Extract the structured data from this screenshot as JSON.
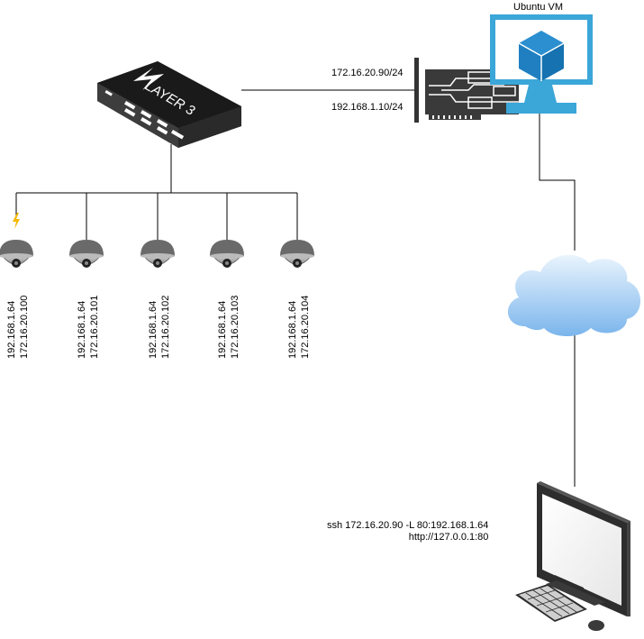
{
  "switch": {
    "label": "LAYER 3"
  },
  "vm": {
    "title": "Ubuntu VM"
  },
  "nic": {
    "ip_top": "172.16.20.90/24",
    "ip_bottom": "192.168.1.10/24"
  },
  "client": {
    "command": "ssh 172.16.20.90 -L 80:192.168.1.64",
    "url": "http://127.0.0.1:80"
  },
  "cameras": [
    {
      "ip1": "192.168.1.64",
      "ip2": "172.16.20.100",
      "alert": true
    },
    {
      "ip1": "192.168.1.64",
      "ip2": "172.16.20.101",
      "alert": false
    },
    {
      "ip1": "192.168.1.64",
      "ip2": "172.16.20.102",
      "alert": false
    },
    {
      "ip1": "192.168.1.64",
      "ip2": "172.16.20.103",
      "alert": false
    },
    {
      "ip1": "192.168.1.64",
      "ip2": "172.16.20.104",
      "alert": false
    }
  ],
  "colors": {
    "vm_frame": "#3ba6d8",
    "cloud_top": "#e8f3fc",
    "cloud_bottom": "#7db8ee",
    "nic_body": "#3a3a3a",
    "alert": "#f5b800"
  },
  "icons": {
    "switch": "layer3-switch-icon",
    "vm": "monitor-cube-icon",
    "nic": "network-card-icon",
    "cloud": "cloud-icon",
    "client": "desktop-computer-icon",
    "camera": "dome-camera-icon",
    "alert": "lightning-bolt-icon"
  }
}
